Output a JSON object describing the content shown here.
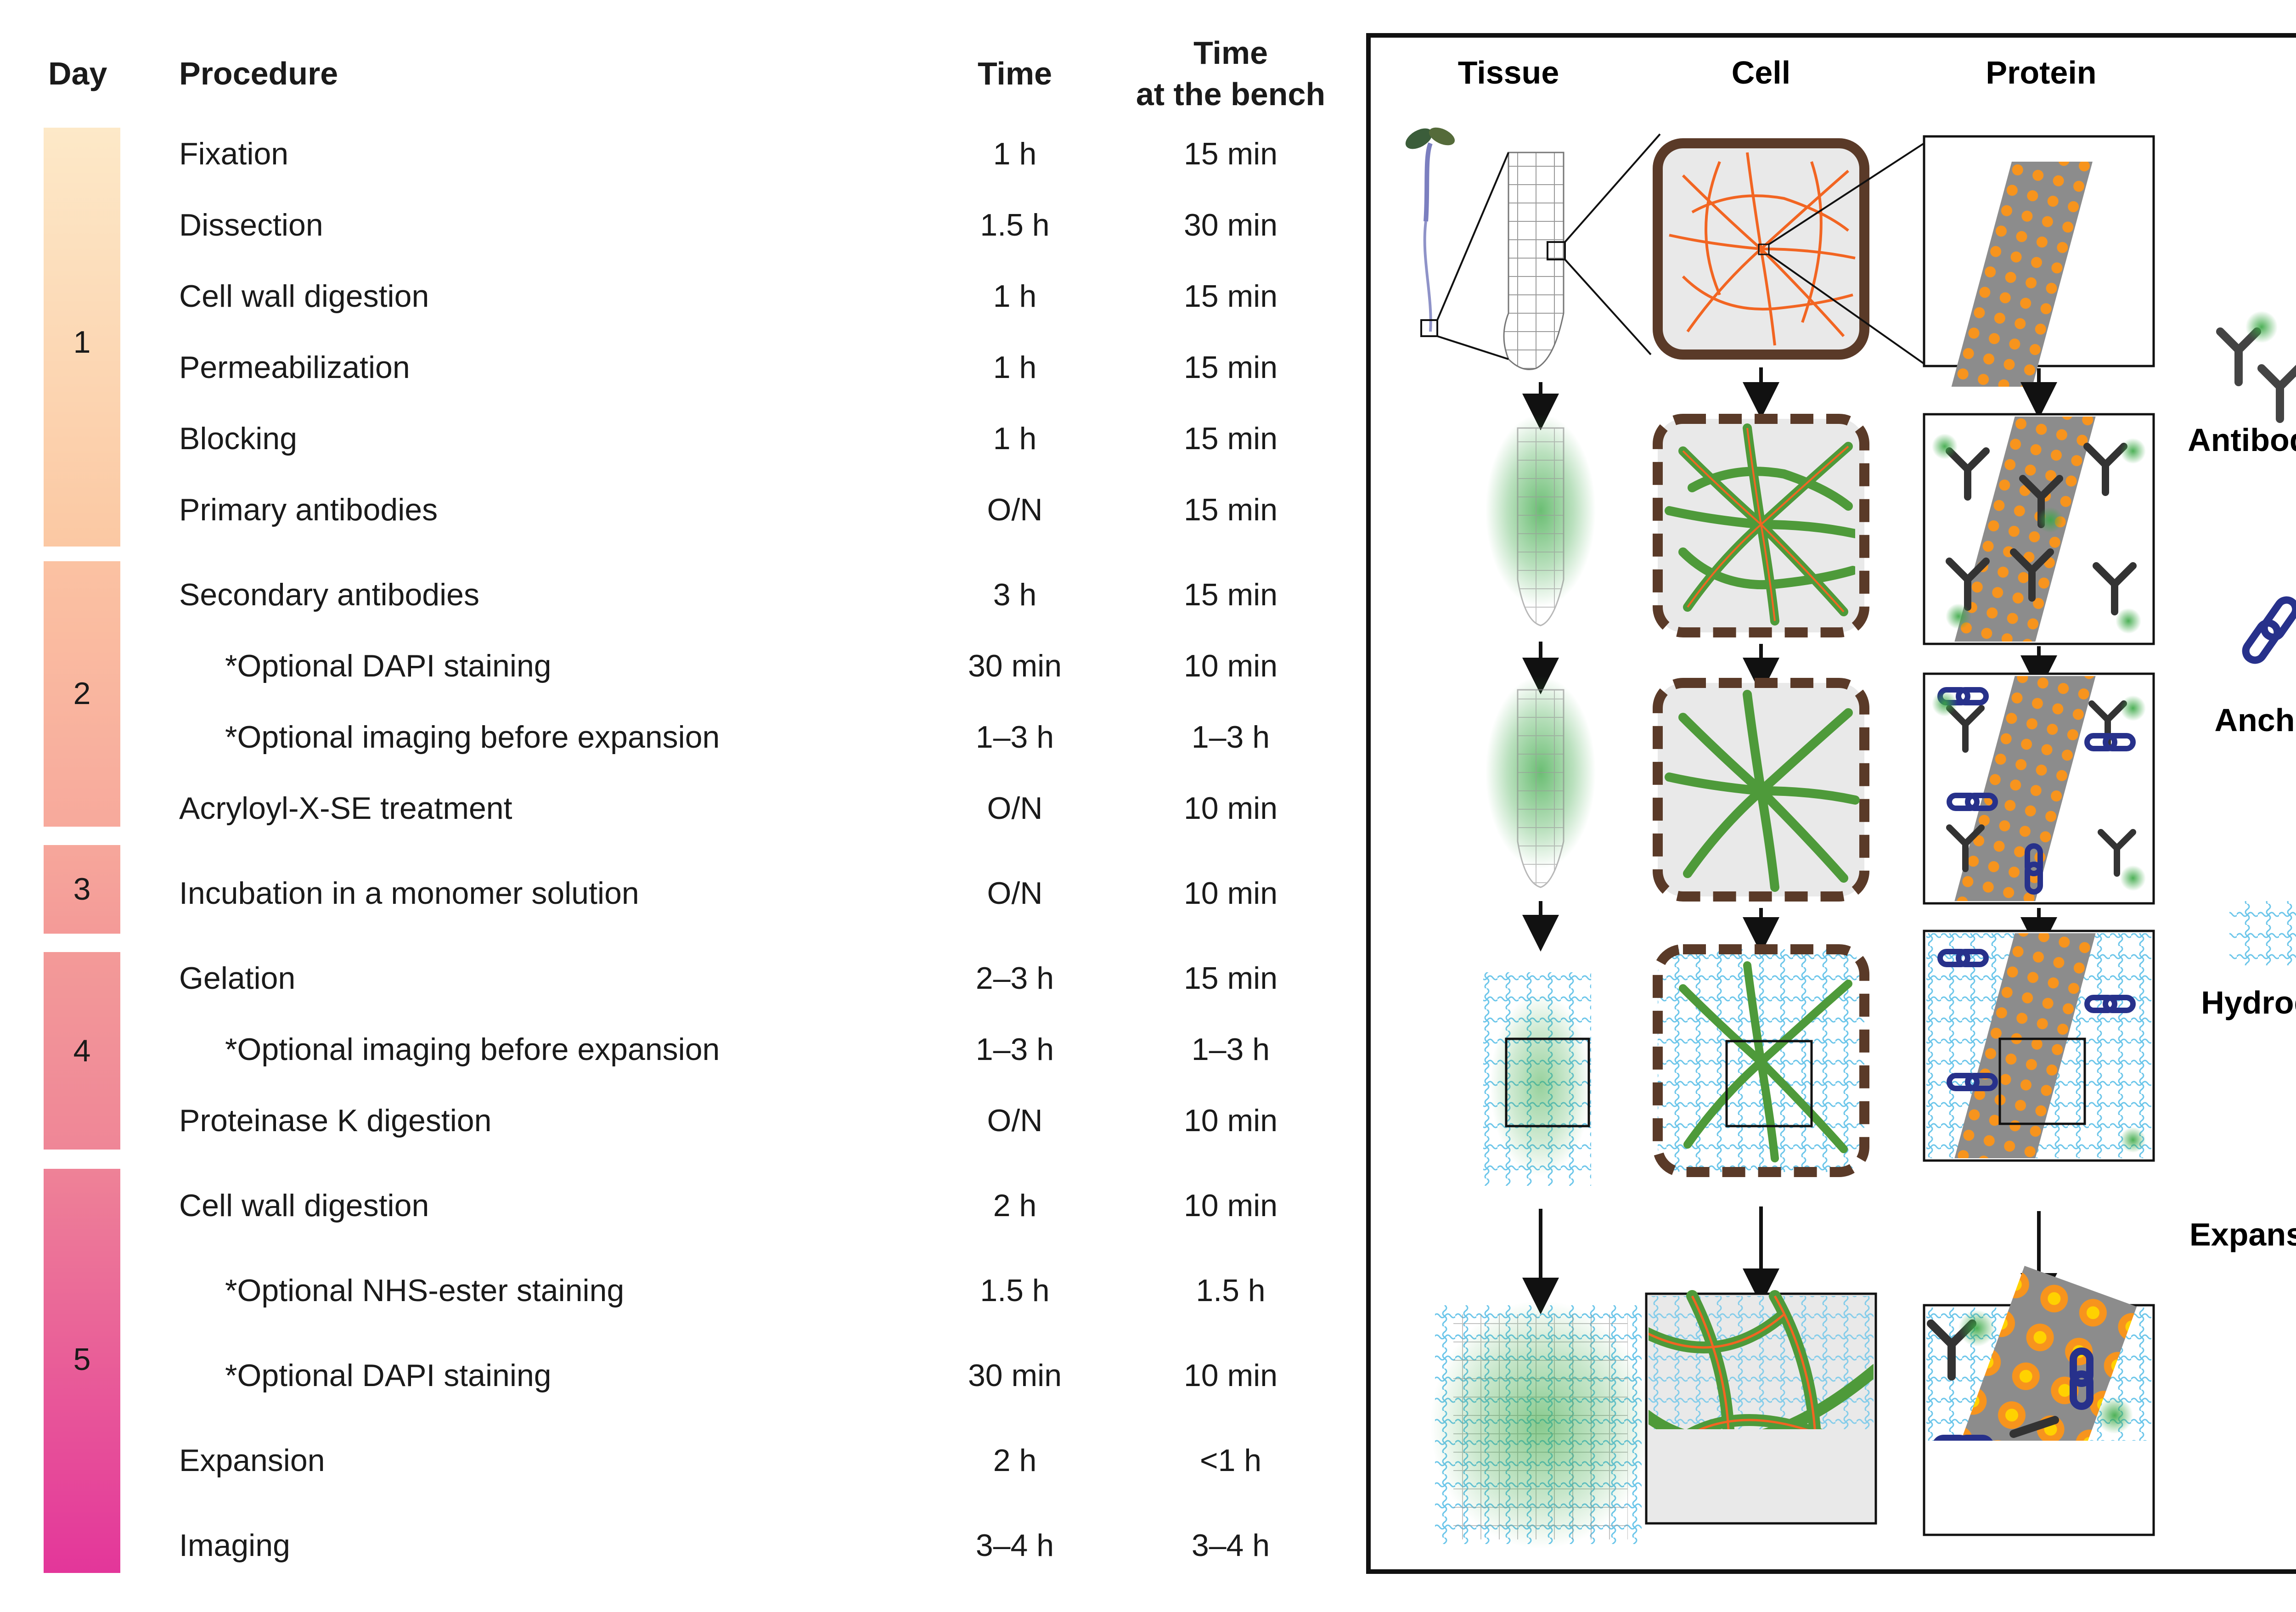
{
  "headers": {
    "day": "Day",
    "procedure": "Procedure",
    "time": "Time",
    "bench_line1": "Time",
    "bench_line2": "at the bench"
  },
  "days": [
    "1",
    "2",
    "3",
    "4",
    "5"
  ],
  "day_colors": [
    "#fce0bd",
    "#f7a79a",
    "#f39a96",
    "#ee8294",
    "#e3369a"
  ],
  "rows": [
    {
      "procedure": "Fixation",
      "time": "1 h",
      "bench": "15 min"
    },
    {
      "procedure": "Dissection",
      "time": "1.5 h",
      "bench": "30 min"
    },
    {
      "procedure": "Cell wall digestion",
      "time": "1 h",
      "bench": "15 min"
    },
    {
      "procedure": "Permeabilization",
      "time": "1 h",
      "bench": "15 min"
    },
    {
      "procedure": "Blocking",
      "time": "1 h",
      "bench": "15 min"
    },
    {
      "procedure": "Primary antibodies",
      "time": "O/N",
      "bench": "15 min"
    },
    {
      "procedure": "Secondary antibodies",
      "time": "3 h",
      "bench": "15 min"
    },
    {
      "procedure": "*Optional DAPI staining",
      "time": "30 min",
      "bench": "10 min"
    },
    {
      "procedure": "*Optional imaging before expansion",
      "time": "1–3 h",
      "bench": "1–3 h"
    },
    {
      "procedure": "Acryloyl-X-SE treatment",
      "time": "O/N",
      "bench": "10 min"
    },
    {
      "procedure": "Incubation in a monomer solution",
      "time": "O/N",
      "bench": "10 min"
    },
    {
      "procedure": "Gelation",
      "time": "2–3 h",
      "bench": "15 min"
    },
    {
      "procedure": "*Optional imaging before expansion",
      "time": "1–3 h",
      "bench": "1–3 h"
    },
    {
      "procedure": "Proteinase K digestion",
      "time": "O/N",
      "bench": "10 min"
    },
    {
      "procedure": "Cell wall digestion",
      "time": "2 h",
      "bench": "10 min"
    },
    {
      "procedure": "*Optional NHS-ester staining",
      "time": "1.5 h",
      "bench": "1.5 h"
    },
    {
      "procedure": "*Optional DAPI staining",
      "time": "30 min",
      "bench": "10 min"
    },
    {
      "procedure": "Expansion",
      "time": "2 h",
      "bench": "<1 h"
    },
    {
      "procedure": "Imaging",
      "time": "3–4 h",
      "bench": "3–4 h"
    }
  ],
  "panel": {
    "columns": [
      "Tissue",
      "Cell",
      "Protein"
    ],
    "legend": {
      "antibodies": "Antibodies",
      "anchor": "Anchor",
      "hydrogel": "Hydrogel",
      "expansion": "Expansion"
    }
  },
  "colors": {
    "microtubule": "#f26522",
    "wall": "#5a3a28",
    "stain_green": "#3aa845",
    "anchor": "#27318b",
    "hydrogel": "#6cc6ea",
    "protein": "#8c8c8c",
    "protein_dot": "#f7941d"
  }
}
